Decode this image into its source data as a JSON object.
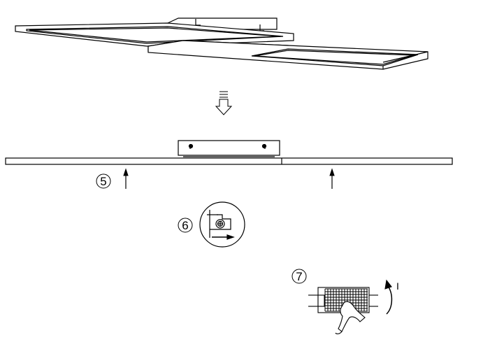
{
  "steps": {
    "step5": "5",
    "step6": "6",
    "step7": "7"
  },
  "rotation_mark": "I",
  "colors": {
    "line": "#000000",
    "fill": "#ffffff",
    "shade": "#333333"
  },
  "icons": {
    "down_arrow": "hollow-down-arrow-icon",
    "push_arrow": "up-arrow-icon",
    "slide_arrow": "right-arrow-icon",
    "rotate_arrow": "curved-rotate-arrow-icon",
    "hand": "hand-icon"
  }
}
